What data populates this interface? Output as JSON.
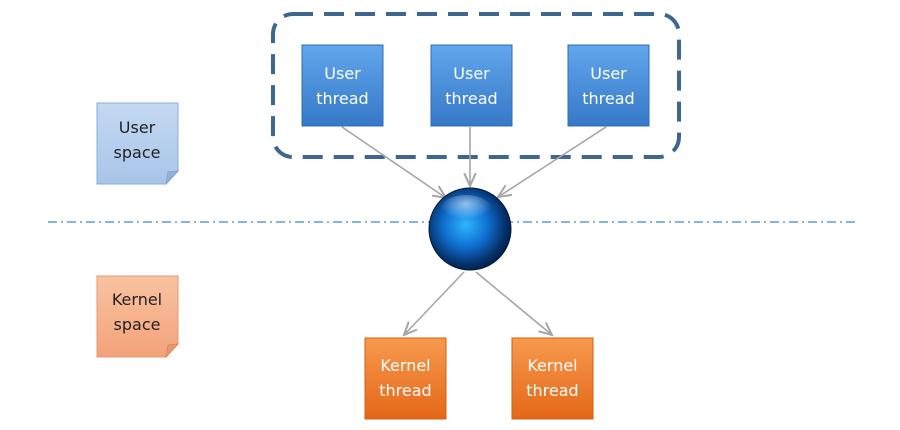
{
  "notes": {
    "user_space": [
      "User",
      "space"
    ],
    "kernel_space": [
      "Kernel",
      "space"
    ]
  },
  "user_threads": [
    [
      "User",
      "thread"
    ],
    [
      "User",
      "thread"
    ],
    [
      "User",
      "thread"
    ]
  ],
  "kernel_threads": [
    [
      "Kernel",
      "thread"
    ],
    [
      "Kernel",
      "thread"
    ]
  ],
  "colors": {
    "user_box": "#4a8fd6",
    "kernel_box": "#ee7a2a",
    "group_border": "#3d6792",
    "divider": "#5b9bd5",
    "arrow": "#a6a6a6"
  }
}
